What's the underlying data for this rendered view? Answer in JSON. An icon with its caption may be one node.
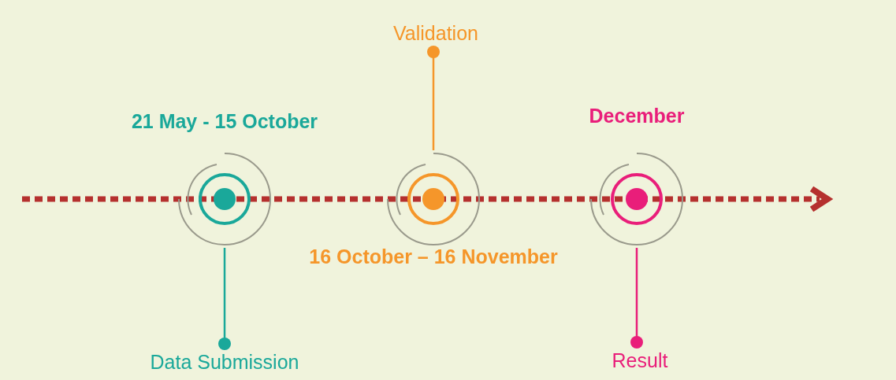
{
  "diagram": {
    "nodes": [
      {
        "text": [],
        "shape": "circle",
        "beside": [
          "21 May - 15 October"
        ]
      },
      {
        "text": [
          "Data Submission"
        ]
      },
      {
        "text": [],
        "shape": "circle",
        "beside": [
          "16 October – 16 November"
        ]
      },
      {
        "text": [
          "Validation"
        ]
      },
      {
        "text": [],
        "shape": "circle",
        "beside": [
          "December"
        ]
      },
      {
        "text": [
          "Result"
        ]
      }
    ],
    "edges": [
      {
        "from": 0,
        "to": 1,
        "arrow": "other",
        "color": "#1aa89a"
      },
      {
        "from": 2,
        "to": 3,
        "arrow": "other",
        "color": "#f5962a"
      },
      {
        "from": 4,
        "to": 5,
        "arrow": "other",
        "color": "#e91e7a"
      }
    ]
  }
}
